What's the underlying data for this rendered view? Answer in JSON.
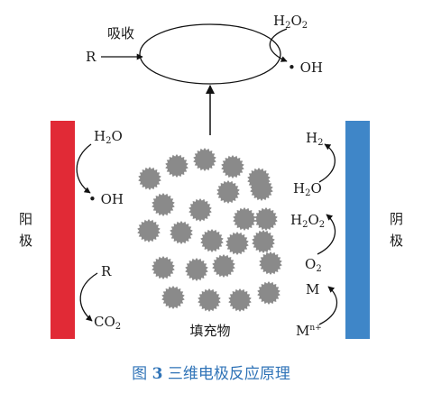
{
  "labels": {
    "absorb": "吸收",
    "r_in": "R",
    "h2o2_top": "H2O2",
    "oh_top": "• OH",
    "h2o_left": "H2O",
    "oh_left": "• OH",
    "r_left": "R",
    "co2": "CO2",
    "anode": "阳极",
    "cathode": "阴极",
    "h2": "H2",
    "h2o_right": "H2O",
    "h2o2_right": "H2O2",
    "o2": "O2",
    "m": "M",
    "mn": "Mn+",
    "packing": "填充物"
  },
  "caption": {
    "prefix": "图",
    "number": "3",
    "text": "三维电极反应原理"
  },
  "colors": {
    "anode": "#e12a36",
    "cathode": "#3f86c8",
    "particle": "#8a8a8a",
    "caption": "#2f73b7"
  }
}
